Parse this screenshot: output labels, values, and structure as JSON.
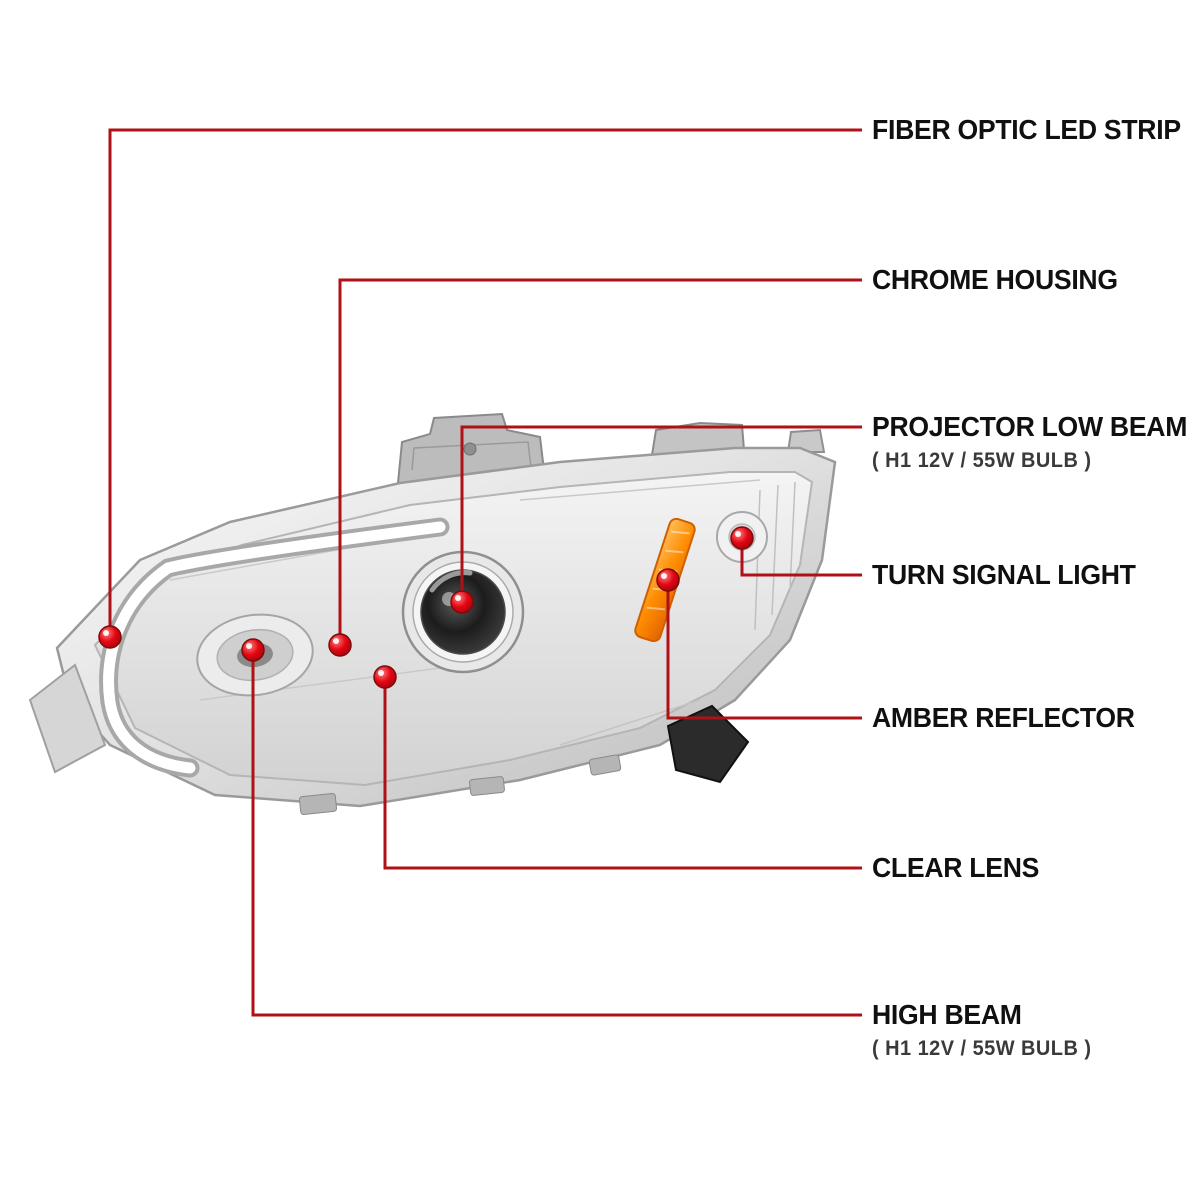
{
  "colors": {
    "background": "#ffffff",
    "callout_line": "#b01117",
    "callout_dot": "#e30613",
    "label_text": "#101010",
    "sublabel_text": "#3a3a3a",
    "amber_reflector": "#ff8c00",
    "chrome_housing": "#d6d6d6"
  },
  "callouts": [
    {
      "id": "fiber-optic-led-strip",
      "label": "FIBER OPTIC LED STRIP",
      "sublabel": ""
    },
    {
      "id": "chrome-housing",
      "label": "CHROME HOUSING",
      "sublabel": ""
    },
    {
      "id": "projector-low-beam",
      "label": "PROJECTOR LOW BEAM",
      "sublabel": "( H1 12V / 55W BULB )"
    },
    {
      "id": "turn-signal-light",
      "label": "TURN SIGNAL LIGHT",
      "sublabel": ""
    },
    {
      "id": "amber-reflector",
      "label": "AMBER REFLECTOR",
      "sublabel": ""
    },
    {
      "id": "clear-lens",
      "label": "CLEAR LENS",
      "sublabel": ""
    },
    {
      "id": "high-beam",
      "label": "HIGH BEAM",
      "sublabel": "( H1 12V / 55W BULB )"
    }
  ]
}
